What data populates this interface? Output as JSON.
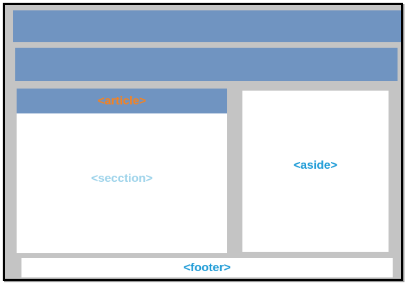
{
  "labels": {
    "article": "<article>",
    "section": "<secction>",
    "aside": "<aside>",
    "footer": "<footer>"
  },
  "colors": {
    "frame_border": "#000000",
    "frame_background": "#c4c4c4",
    "block_blue": "#7094c1",
    "article_text": "#f58220",
    "section_text": "#9dd3ea",
    "aside_text": "#1b9ad6",
    "footer_text": "#1b9ad6"
  }
}
